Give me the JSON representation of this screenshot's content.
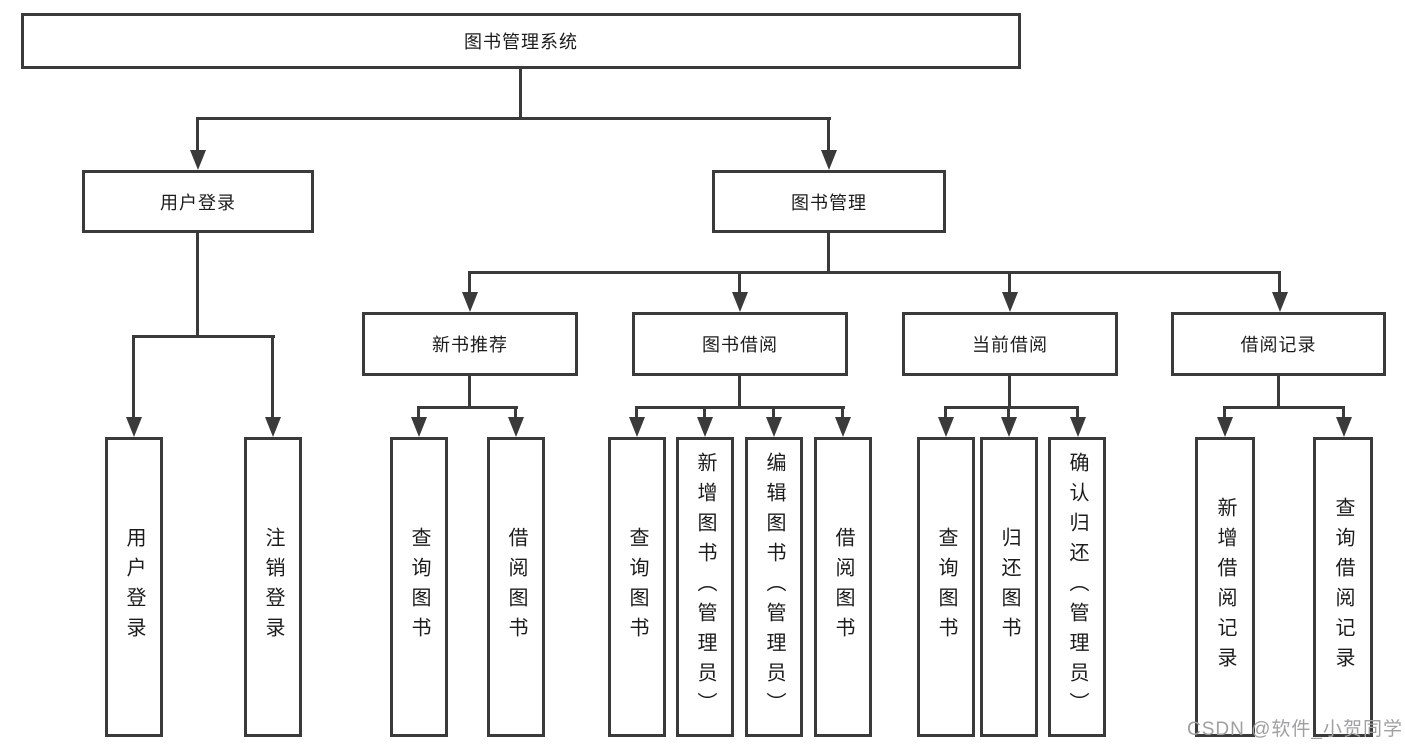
{
  "diagram_title": "图书管理系统",
  "tree": {
    "root": {
      "label": "图书管理系统",
      "children": [
        {
          "label": "用户登录",
          "children": [
            {
              "label": "用户登录"
            },
            {
              "label": "注销登录"
            }
          ]
        },
        {
          "label": "图书管理",
          "children": [
            {
              "label": "新书推荐",
              "children": [
                {
                  "label": "查询图书"
                },
                {
                  "label": "借阅图书"
                }
              ]
            },
            {
              "label": "图书借阅",
              "children": [
                {
                  "label": "查询图书"
                },
                {
                  "label": "新增图书（管理员）"
                },
                {
                  "label": "编辑图书（管理员）"
                },
                {
                  "label": "借阅图书"
                }
              ]
            },
            {
              "label": "当前借阅",
              "children": [
                {
                  "label": "查询图书"
                },
                {
                  "label": "归还图书"
                },
                {
                  "label": "确认归还（管理员）"
                }
              ]
            },
            {
              "label": "借阅记录",
              "children": [
                {
                  "label": "新增借阅记录"
                },
                {
                  "label": "查询借阅记录"
                }
              ]
            }
          ]
        }
      ]
    }
  },
  "watermark": {
    "text": "CSDN @软件_小贺同学"
  },
  "colors": {
    "line": "#3a3a3a",
    "text": "#1c1c1c",
    "background": "#ffffff",
    "watermark": "#a0a0a2"
  }
}
